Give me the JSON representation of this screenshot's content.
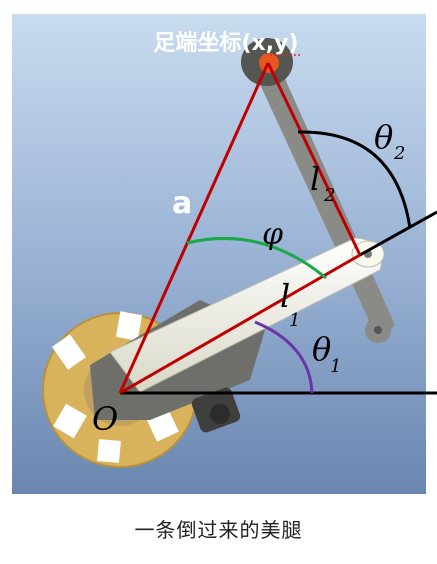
{
  "figure": {
    "title": "足端坐标(x,y)",
    "label_a": "a",
    "label_phi": "φ",
    "label_l1": "l",
    "label_l1_sub": "1",
    "label_l2": "l",
    "label_l2_sub": "2",
    "label_theta1": "θ",
    "label_theta1_sub": "1",
    "label_theta2": "θ",
    "label_theta2_sub": "2",
    "label_origin": "O"
  },
  "caption": "一条倒过来的美腿",
  "colors": {
    "sky_top": "#c8dbef",
    "sky_bottom": "#6a86b0",
    "red_line": "#c00000",
    "green_arc": "#1aa84a",
    "purple_arc": "#6a35a8",
    "wheel": "#d9b25c",
    "link": "#8a8a86",
    "upper_link": "#f4f4e6",
    "foot": "#e8561f"
  }
}
